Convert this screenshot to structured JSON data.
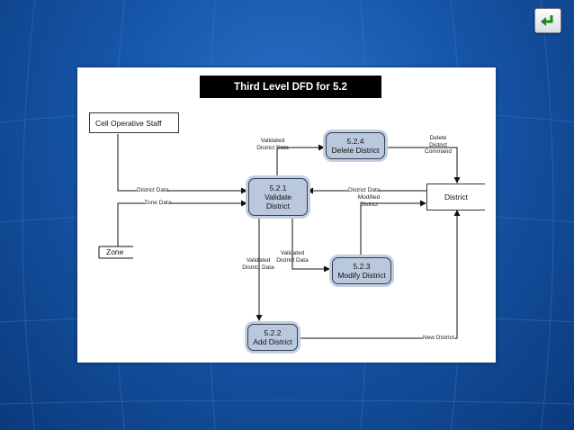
{
  "title": "Third Level DFD for 5.2",
  "entities": {
    "cell_staff": "Cell Operative Staff",
    "district": "District"
  },
  "store": "Zone",
  "processes": {
    "p521": {
      "id": "5.2.1",
      "name": "Validate District"
    },
    "p522": {
      "id": "5.2.2",
      "name": "Add District"
    },
    "p523": {
      "id": "5.2.3",
      "name": "Modify District"
    },
    "p524": {
      "id": "5.2.4",
      "name": "Delete District"
    }
  },
  "flows": {
    "district_data_in": "District Data",
    "zone_data": "Zone Data",
    "validated_to_delete": "Validated District Data",
    "delete_command": "Delete District Command",
    "district_data_from_district": "District Data",
    "modified_district": "Modified District",
    "validated_to_add": "Validated District Data",
    "validated_to_modify": "Validated District Data",
    "new_district": "New District"
  }
}
